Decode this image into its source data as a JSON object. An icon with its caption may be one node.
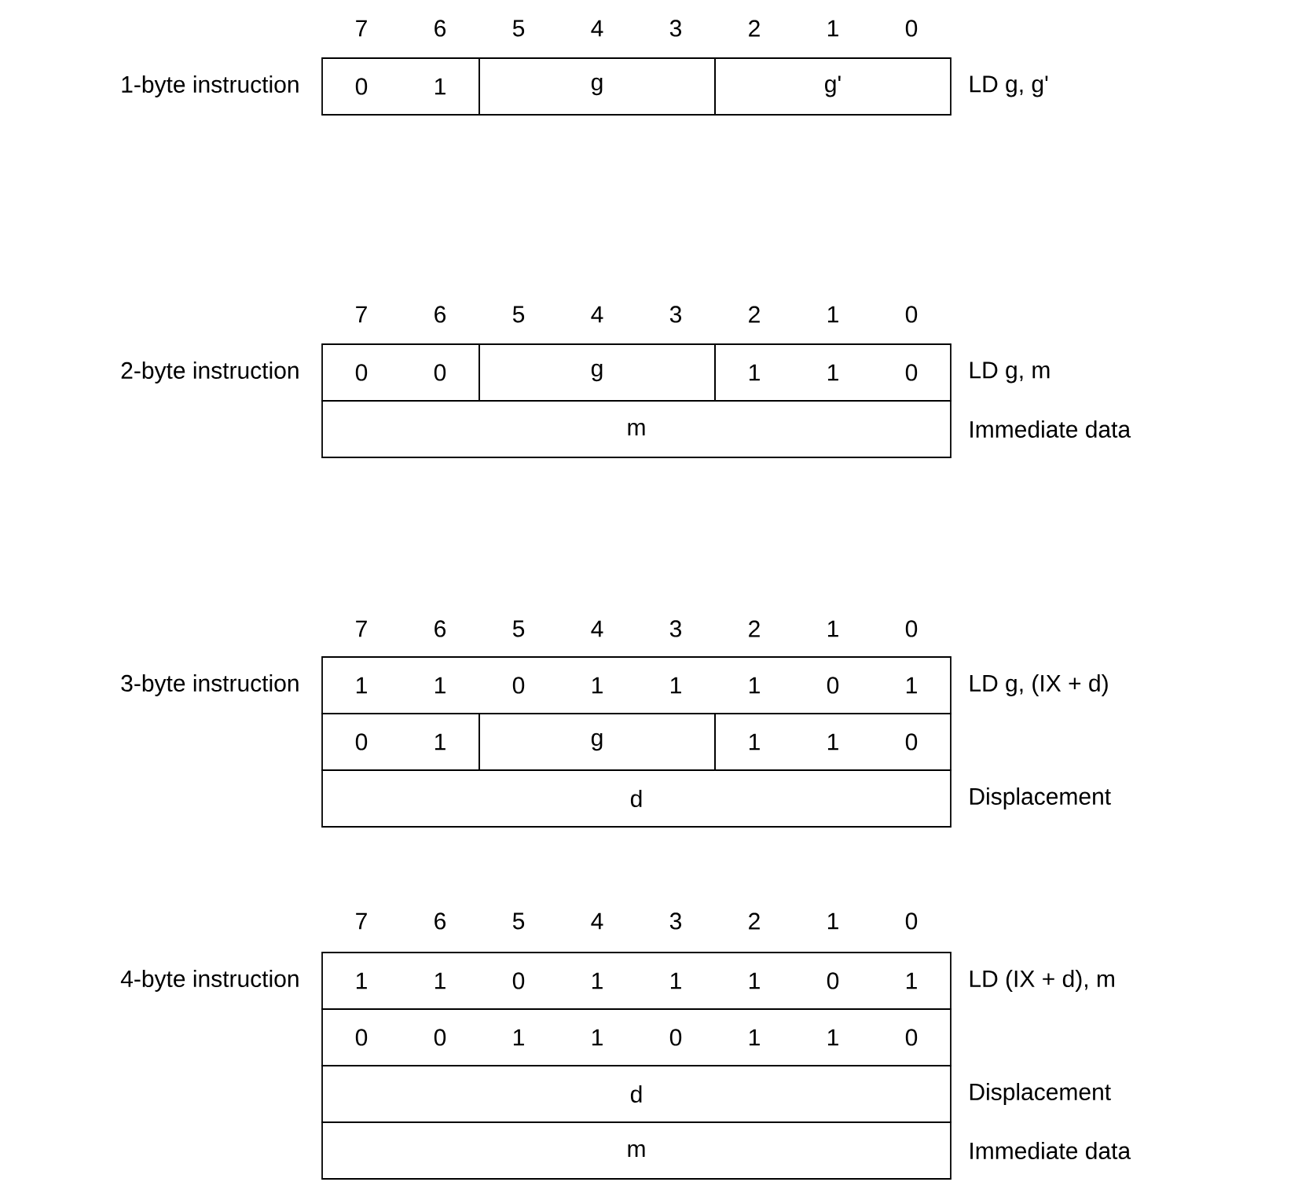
{
  "diagram": {
    "nodes": [
      {
        "text": [
          "0",
          "1"
        ]
      },
      {
        "text": [
          "g"
        ]
      },
      {
        "text": [
          "g'"
        ]
      },
      {
        "text": [
          "0",
          "0"
        ]
      },
      {
        "text": [
          "g"
        ]
      },
      {
        "text": [
          "1",
          "1",
          "0"
        ]
      },
      {
        "text": [
          "m"
        ]
      },
      {
        "text": [
          "1",
          "1",
          "0",
          "1",
          "1",
          "1",
          "0",
          "1"
        ]
      },
      {
        "text": [
          "0",
          "1"
        ]
      },
      {
        "text": [
          "g"
        ]
      },
      {
        "text": [
          "1",
          "1",
          "0"
        ]
      },
      {
        "text": [
          "d"
        ]
      },
      {
        "text": [
          "1",
          "1",
          "0",
          "1",
          "1",
          "1",
          "0",
          "1"
        ]
      },
      {
        "text": [
          "0",
          "0",
          "1",
          "1",
          "0",
          "1",
          "1",
          "0"
        ]
      },
      {
        "text": [
          "d"
        ]
      },
      {
        "text": [
          "m"
        ]
      }
    ],
    "labels": [
      "7",
      "6",
      "5",
      "4",
      "3",
      "2",
      "1",
      "0",
      "1-byte instruction",
      "LD g, g'",
      "7",
      "6",
      "5",
      "4",
      "3",
      "2",
      "1",
      "0",
      "2-byte instruction",
      "LD g, m",
      "Immediate data",
      "7",
      "6",
      "5",
      "4",
      "3",
      "2",
      "1",
      "0",
      "3-byte instruction",
      "LD g, (IX + d)",
      "Displacement",
      "7",
      "6",
      "5",
      "4",
      "3",
      "2",
      "1",
      "0",
      "4-byte instruction",
      "LD (IX + d), m",
      "Displacement",
      "Immediate data"
    ]
  }
}
